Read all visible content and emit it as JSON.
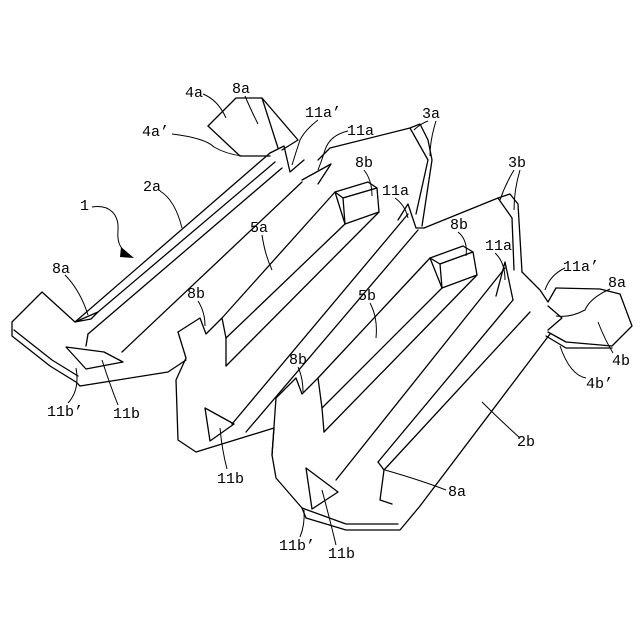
{
  "figure": {
    "reference_numeral": "1",
    "labels": [
      "4a",
      "8a",
      "4a’",
      "11a’",
      "11a",
      "3a",
      "2a",
      "8b",
      "3b",
      "5a",
      "11a",
      "8b",
      "8a",
      "11a",
      "11a’",
      "8a",
      "8b",
      "5b",
      "4b",
      "4b’",
      "8b",
      "11b’",
      "11b",
      "2b",
      "11b",
      "8a",
      "11b’",
      "11b"
    ]
  },
  "colors": {
    "line": "#000000",
    "background": "#ffffff"
  }
}
